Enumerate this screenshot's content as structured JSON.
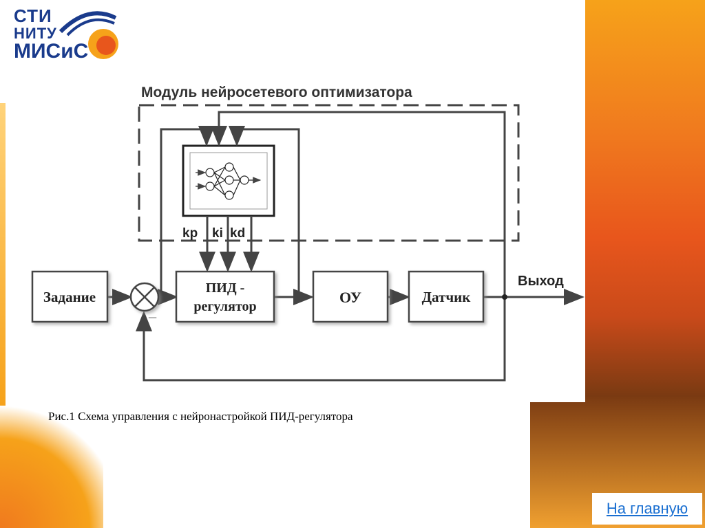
{
  "logo": {
    "line1": "СТИ",
    "line2": "НИТУ",
    "line3": "МИСиС"
  },
  "diagram": {
    "module_title": "Модуль нейросетевого оптимизатора",
    "blocks": {
      "setpoint": "Задание",
      "pid_line1": "ПИД -",
      "pid_line2": "регулятор",
      "plant": "ОУ",
      "sensor": "Датчик"
    },
    "output_label": "Выход",
    "params": [
      "kp",
      "ki",
      "kd"
    ],
    "minus_sign": "_"
  },
  "caption": "Рис.1 Схема управления с нейронастройкой ПИД-регулятора",
  "nav": {
    "home_label": "На главную"
  },
  "colors": {
    "accent_orange": "#f07a1e",
    "link_blue": "#1a6fd1",
    "logo_blue": "#1a3b8c"
  }
}
